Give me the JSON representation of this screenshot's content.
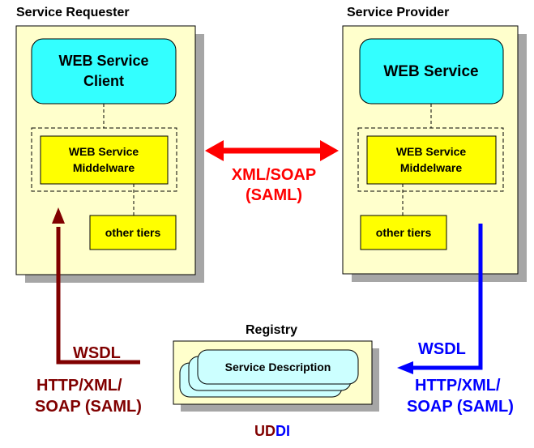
{
  "labels": {
    "requester_title": "Service Requester",
    "provider_title": "Service Provider",
    "client_line1": "WEB Service",
    "client_line2": "Client",
    "web_service": "WEB Service",
    "mw_line1": "WEB Service",
    "mw_line2": "Middelware",
    "other_tiers": "other tiers",
    "protocol_line1": "XML/SOAP",
    "protocol_line2": "(SAML)",
    "registry_title": "Registry",
    "service_description": "Service Description",
    "wsdl": "WSDL",
    "http_line1": "HTTP/XML/",
    "http_line2": "SOAP (SAML)",
    "uddi_part1": "UD",
    "uddi_part2": "DI"
  },
  "colors": {
    "panel": "#ffffcc",
    "panel_shadow": "#a6a6a6",
    "client_box": "#33ffff",
    "middleware_box": "#ffff00",
    "registry_card": "#ccffff",
    "arrow_red": "#ff0000",
    "requester_accent": "#800000",
    "provider_accent": "#0000ff"
  }
}
